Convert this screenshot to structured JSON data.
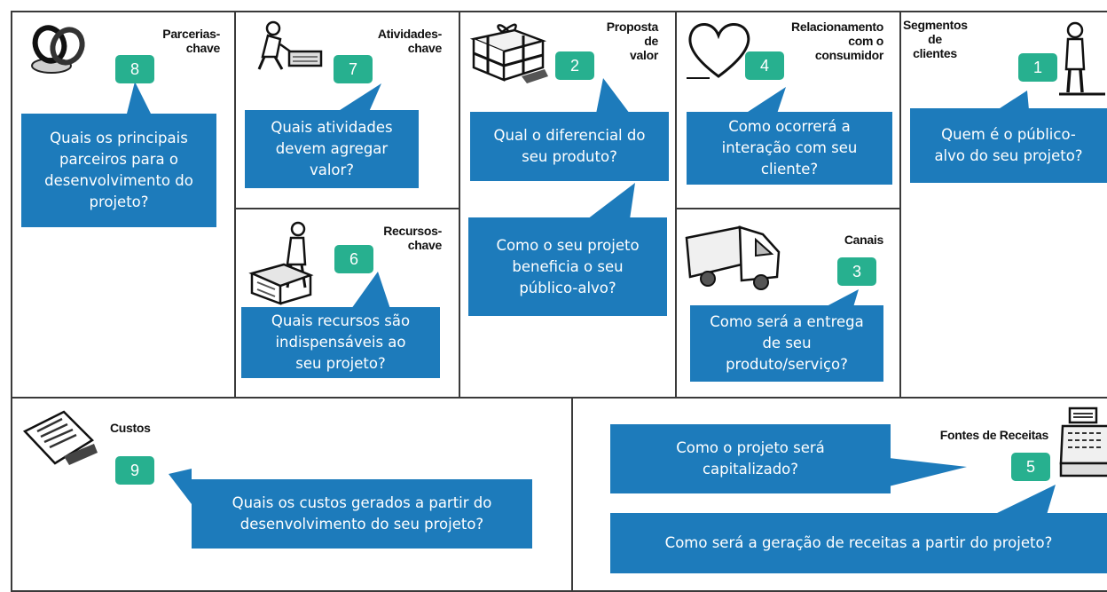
{
  "colors": {
    "bubble": "#1d7bbb",
    "badge": "#27b08f",
    "border": "#3a3a3a",
    "text_on_bubble": "#ffffff"
  },
  "blocks": {
    "parcerias": {
      "title": "Parcerias-\nchave",
      "number": "8",
      "question": "Quais os principais\nparceiros para o\ndesenvolvimento do\nprojeto?",
      "icon": "rings-icon"
    },
    "atividades": {
      "title": "Atividades-\nchave",
      "number": "7",
      "question": "Quais atividades\ndevem agregar\nvalor?",
      "icon": "worker-icon"
    },
    "recursos": {
      "title": "Recursos-\nchave",
      "number": "6",
      "question": "Quais recursos são\nindispensáveis ao\nseu projeto?",
      "icon": "workbench-icon"
    },
    "proposta": {
      "title": "Proposta\nde\nvalor",
      "number": "2",
      "question": "Qual o diferencial do\nseu produto?",
      "question2": "Como o seu projeto\nbeneficia o seu\npúblico-alvo?",
      "icon": "gift-icon"
    },
    "relacionamento": {
      "title": "Relacionamento\ncom o\nconsumidor",
      "number": "4",
      "question": "Como ocorrerá a\ninteração com seu\ncliente?",
      "icon": "heart-icon"
    },
    "canais": {
      "title": "Canais",
      "number": "3",
      "question": "Como será a entrega\nde seu\nproduto/serviço?",
      "icon": "truck-icon"
    },
    "segmentos": {
      "title": "Segmentos\nde\nclientes",
      "number": "1",
      "question": "Quem é o público-\nalvo do seu projeto?",
      "icon": "person-icon"
    },
    "custos": {
      "title": "Custos",
      "number": "9",
      "question": "Quais os custos gerados a partir do\ndesenvolvimento do seu projeto?",
      "icon": "receipt-icon"
    },
    "fontes": {
      "title": "Fontes de Receitas",
      "number": "5",
      "question": "Como o projeto será\ncapitalizado?",
      "question2": "Como será a geração de receitas a partir do projeto?",
      "icon": "cash-register-icon"
    }
  }
}
